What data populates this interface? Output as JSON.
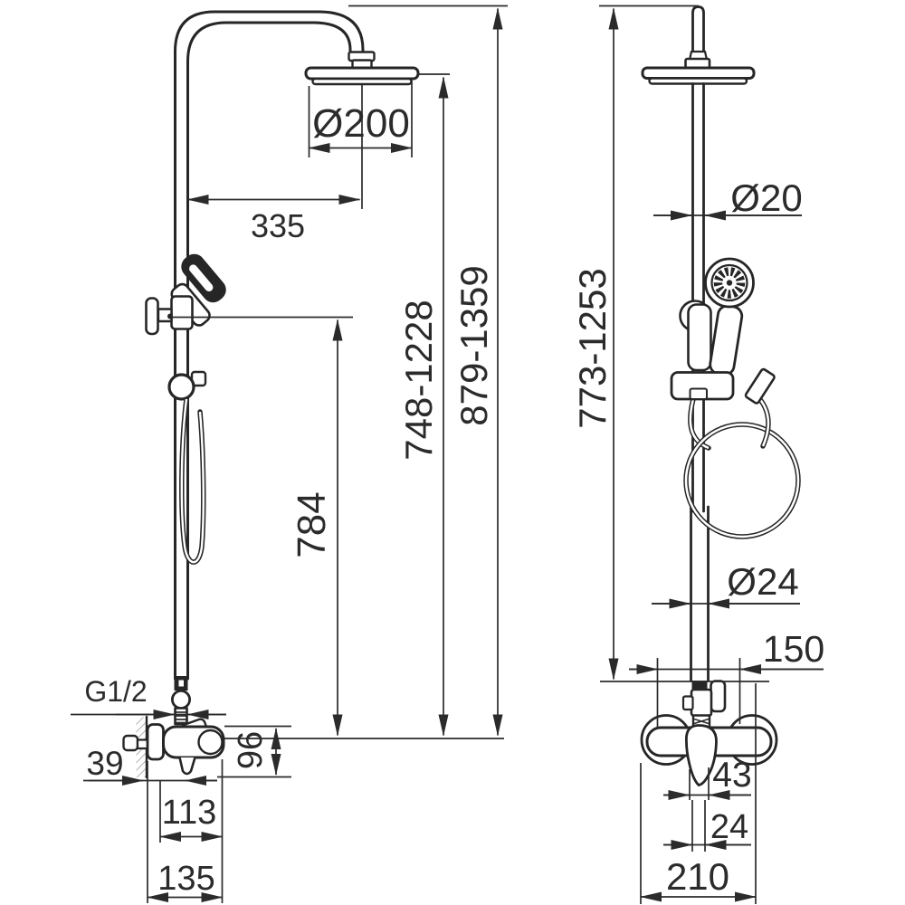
{
  "drawing": {
    "type": "technical-dimension-drawing",
    "subject": "wall-mounted shower column with rain head, hand shower and mixer",
    "line_color": "#262626",
    "background_color": "#ffffff",
    "views": {
      "front": {
        "labels": {
          "head_diameter": "Ø200",
          "head_center_offset": "335",
          "bar_height_range": "748-1228",
          "total_height_range": "879-1359",
          "handshower_outlet_height": "784",
          "connection_thread": "G1/2",
          "wall_clearance": "39",
          "mixer_height": "96",
          "mixer_center_width": "113",
          "mixer_total_width": "135"
        }
      },
      "side": {
        "labels": {
          "column_height_range": "773-1253",
          "upper_pipe_diameter": "Ø20",
          "lower_pipe_diameter": "Ø24",
          "wall_connection_spacing": "150",
          "handle_offset_upper": "43",
          "handle_offset_lower": "24",
          "total_depth": "210"
        }
      }
    }
  }
}
